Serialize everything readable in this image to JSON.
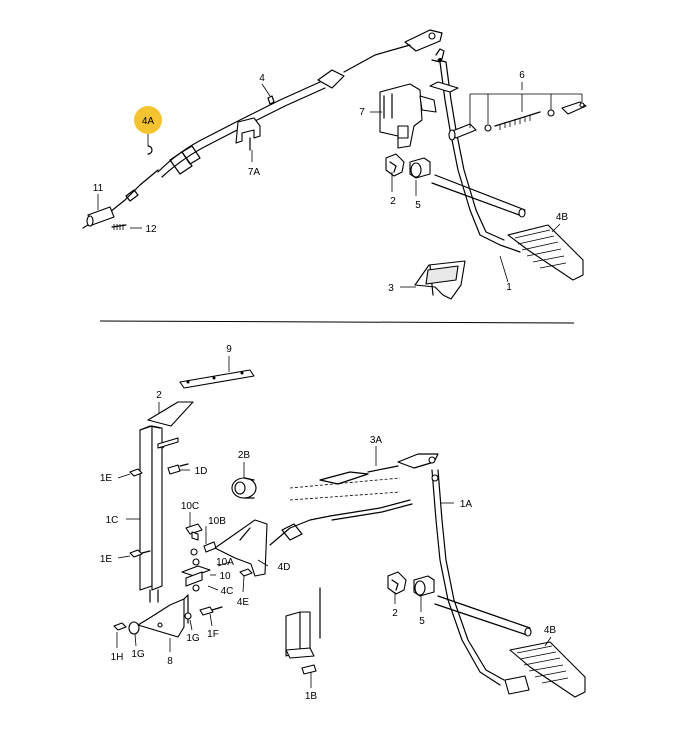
{
  "colors": {
    "highlight": "#f4c430",
    "ink": "#000000",
    "background": "#ffffff"
  },
  "labels": {
    "top": {
      "l4A": "4A",
      "l4": "4",
      "l6": "6",
      "l7": "7",
      "l7A": "7A",
      "l11": "11",
      "l12": "12",
      "l2": "2",
      "l5": "5",
      "l4B": "4B",
      "l3": "3",
      "l1": "1"
    },
    "bottom": {
      "l9": "9",
      "l2": "2",
      "l1E_top": "1E",
      "l1D": "1D",
      "l2B": "2B",
      "l3A": "3A",
      "l1A": "1A",
      "l10C": "10C",
      "l10B": "10B",
      "l1C": "1C",
      "l1E_bottom": "1E",
      "l10A": "10A",
      "l10": "10",
      "l4C": "4C",
      "l4D": "4D",
      "l4E": "4E",
      "l1F": "1F",
      "l1G": "1G",
      "l8": "8",
      "l1H": "1H",
      "l1G_bottom": "1G",
      "l1B": "1B",
      "l2_right": "2",
      "l5_right": "5",
      "l4B_right": "4B"
    }
  }
}
